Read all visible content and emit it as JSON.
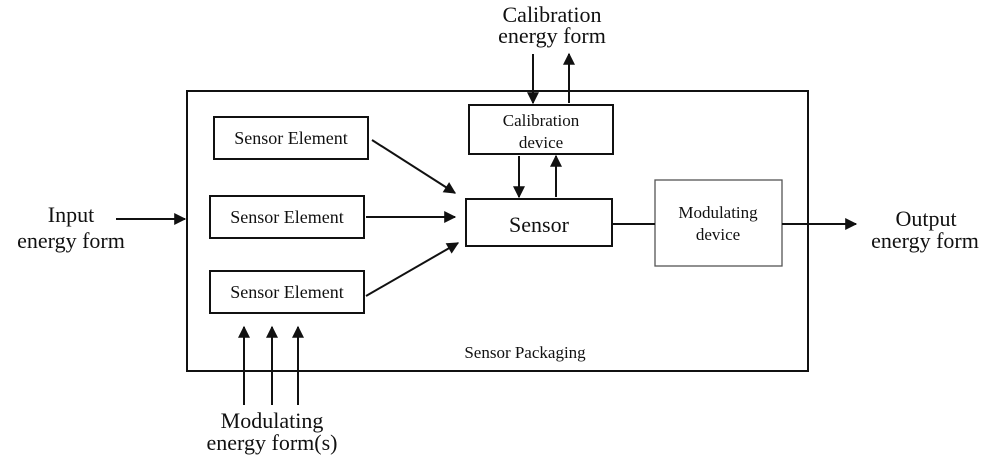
{
  "labels": {
    "input": [
      "Input",
      "energy form"
    ],
    "output": [
      "Output",
      "energy form"
    ],
    "calibration_form": [
      "Calibration",
      "energy form"
    ],
    "modulating_forms": [
      "Modulating",
      "energy form(s)"
    ],
    "packaging": "Sensor Packaging"
  },
  "boxes": {
    "sensor_element_1": "Sensor Element",
    "sensor_element_2": "Sensor Element",
    "sensor_element_3": "Sensor Element",
    "calibration_device": [
      "Calibration",
      "device"
    ],
    "sensor": "Sensor",
    "modulating_device": [
      "Modulating",
      "device"
    ]
  }
}
